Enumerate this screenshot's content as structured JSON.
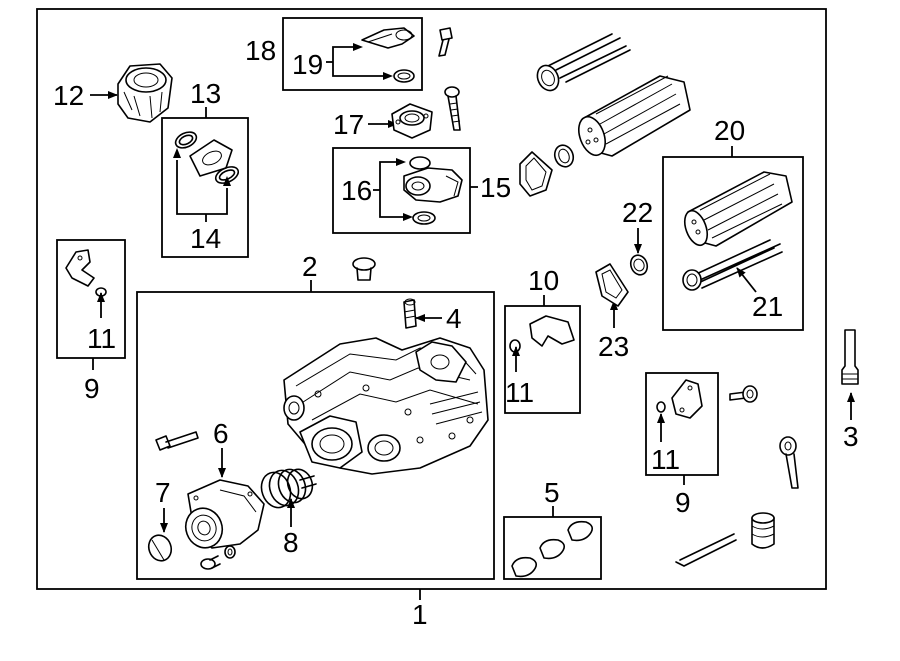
{
  "callouts": [
    {
      "id": "1",
      "text": "1"
    },
    {
      "id": "2",
      "text": "2"
    },
    {
      "id": "3",
      "text": "3"
    },
    {
      "id": "4",
      "text": "4"
    },
    {
      "id": "5",
      "text": "5"
    },
    {
      "id": "6",
      "text": "6"
    },
    {
      "id": "7",
      "text": "7"
    },
    {
      "id": "8",
      "text": "8"
    },
    {
      "id": "9a",
      "text": "9"
    },
    {
      "id": "9b",
      "text": "9"
    },
    {
      "id": "10",
      "text": "10"
    },
    {
      "id": "11a",
      "text": "11"
    },
    {
      "id": "11b",
      "text": "11"
    },
    {
      "id": "11c",
      "text": "11"
    },
    {
      "id": "12",
      "text": "12"
    },
    {
      "id": "13",
      "text": "13"
    },
    {
      "id": "14",
      "text": "14"
    },
    {
      "id": "15",
      "text": "15"
    },
    {
      "id": "16",
      "text": "16"
    },
    {
      "id": "17",
      "text": "17"
    },
    {
      "id": "18",
      "text": "18"
    },
    {
      "id": "19",
      "text": "19"
    },
    {
      "id": "20",
      "text": "20"
    },
    {
      "id": "21",
      "text": "21"
    },
    {
      "id": "22",
      "text": "22"
    },
    {
      "id": "23",
      "text": "23"
    }
  ]
}
